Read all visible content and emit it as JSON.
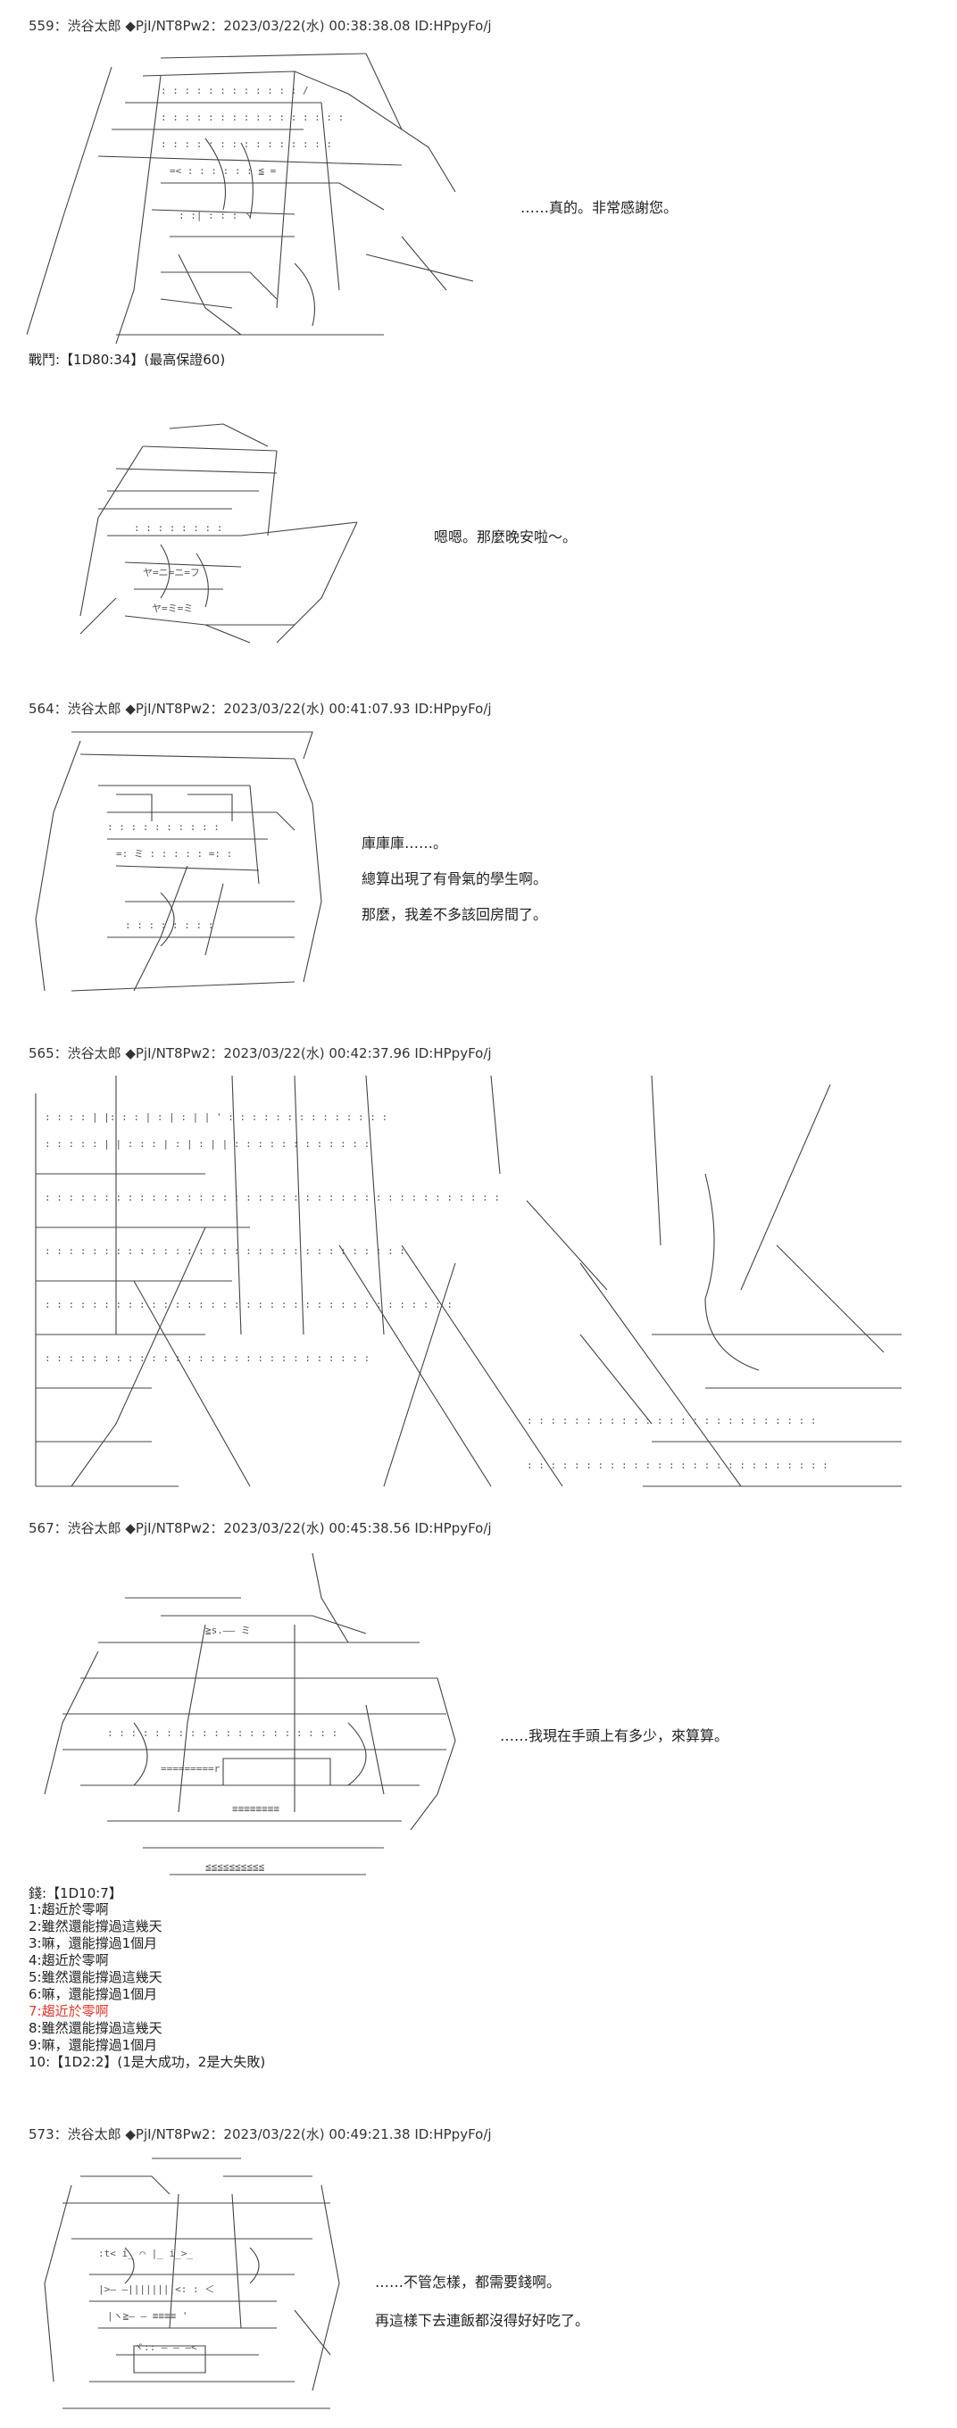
{
  "posts": [
    {
      "header": "559：渋谷太郎 ◆PjI/NT8Pw2：2023/03/22(水) 00:38:38.08 ID:HPpyFo/j",
      "dialog": [
        "……真的。非常感謝您。"
      ],
      "note": "戰鬥:【1D80:34】(最高保證60)"
    },
    {
      "header": "",
      "dialog": [
        "嗯嗯。那麼晚安啦～。"
      ]
    },
    {
      "header": "564：渋谷太郎 ◆PjI/NT8Pw2：2023/03/22(水) 00:41:07.93 ID:HPpyFo/j",
      "dialog": [
        "庫庫庫……。",
        "總算出現了有骨氣的學生啊。",
        "那麼，我差不多該回房間了。"
      ]
    },
    {
      "header": "565：渋谷太郎 ◆PjI/NT8Pw2：2023/03/22(水) 00:42:37.96 ID:HPpyFo/j",
      "dialog": []
    },
    {
      "header": "567：渋谷太郎 ◆PjI/NT8Pw2：2023/03/22(水) 00:45:38.56 ID:HPpyFo/j",
      "dialog": [
        "……我現在手頭上有多少，來算算。"
      ]
    },
    {
      "header": "573：渋谷太郎 ◆PjI/NT8Pw2：2023/03/22(水) 00:49:21.38 ID:HPpyFo/j",
      "dialog": [
        "……不管怎樣，都需要錢啊。",
        "再這樣下去連飯都沒得好好吃了。"
      ]
    }
  ],
  "money": {
    "title": "錢:【1D10:7】",
    "items": [
      "1:趨近於零啊",
      "2:雖然還能撐過這幾天",
      "3:嘛，還能撐過1個月",
      "4:趨近於零啊",
      "5:雖然還能撐過這幾天",
      "6:嘛，還能撐過1個月",
      "7:趨近於零啊",
      "8:雖然還能撐過這幾天",
      "9:嘛，還能撐過1個月",
      "10:【1D2:2】(1是大成功，2是大失敗)"
    ],
    "highlight_index": 6,
    "highlight_color": "#e0392d"
  }
}
